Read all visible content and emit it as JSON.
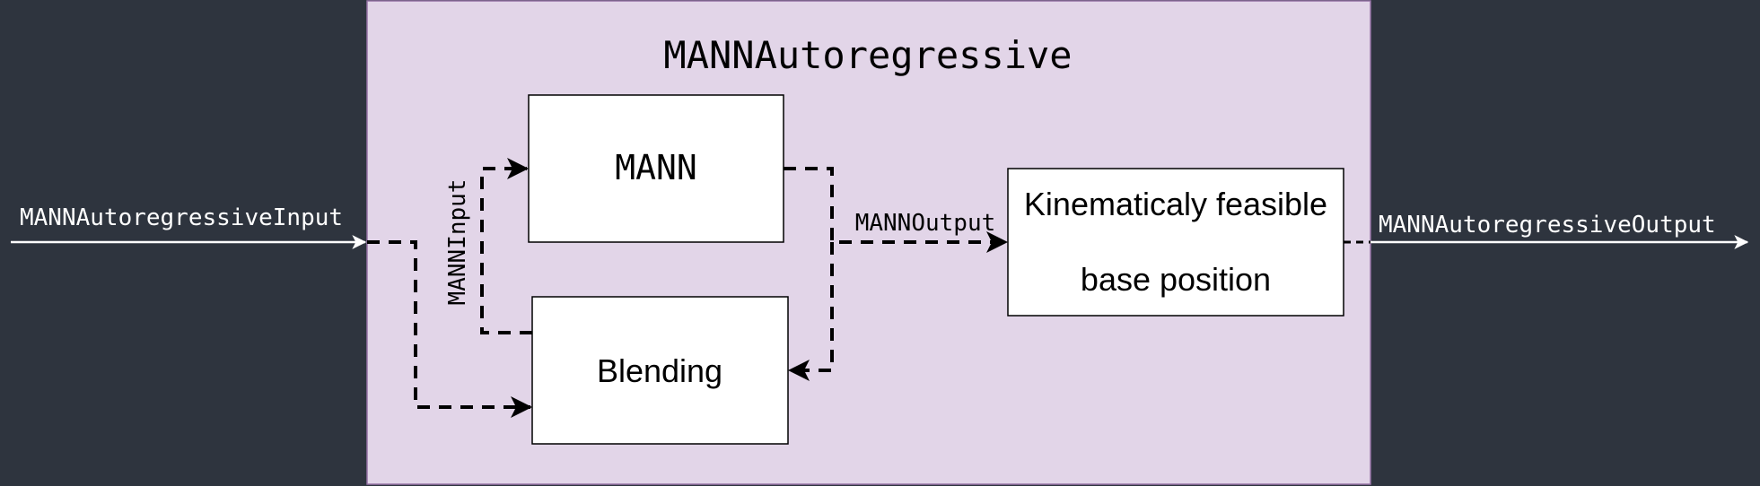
{
  "title": "MANNAutoregressive",
  "blocks": {
    "mann": "MANN",
    "blending": "Blending",
    "kinematic_line1": "Kinematicaly feasible",
    "kinematic_line2": "base position"
  },
  "signals": {
    "input": "MANNAutoregressiveInput",
    "output": "MANNAutoregressiveOutput",
    "mann_input": "MANNInput",
    "mann_output": "MANNOutput"
  },
  "colors": {
    "background": "#2e343e",
    "container_fill": "#e2d5e8",
    "container_stroke": "#9673a6",
    "block_fill": "#ffffff",
    "line_dark": "#000000",
    "line_light": "#ffffff"
  }
}
